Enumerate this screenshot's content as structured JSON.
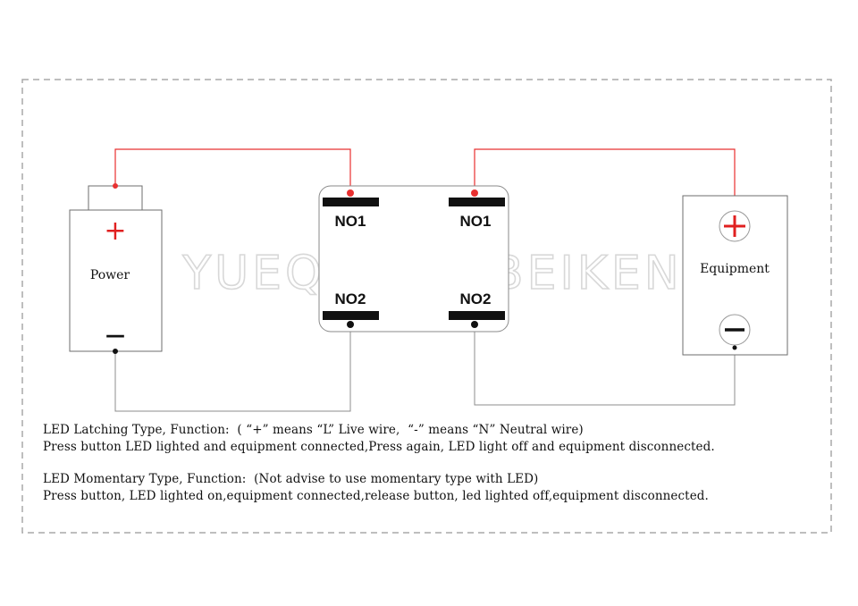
{
  "watermark": "YUEQING AIBEIKEN",
  "power": {
    "label": "Power",
    "plus": "+",
    "minus": "—"
  },
  "switch": {
    "no1_left": "NO1",
    "no1_right": "NO1",
    "no2_left": "NO2",
    "no2_right": "NO2"
  },
  "equipment": {
    "label": "Equipment",
    "plus": "+",
    "minus": "—"
  },
  "colors": {
    "wire_red": "#e83030",
    "wire_gray": "#9a9a9a",
    "terminal": "#111111",
    "plus_red": "#e02020"
  },
  "notes": {
    "latching_title": "LED Latching Type, Function:  ( “+” means “L” Live wire,  “-” means “N” Neutral wire)",
    "latching_desc": "Press button LED lighted and equipment connected,Press again, LED light off and equipment disconnected.",
    "momentary_title": "LED Momentary Type, Function:  (Not advise to use momentary type with LED)",
    "momentary_desc": "Press button, LED lighted on,equipment connected,release button, led lighted off,equipment disconnected."
  }
}
